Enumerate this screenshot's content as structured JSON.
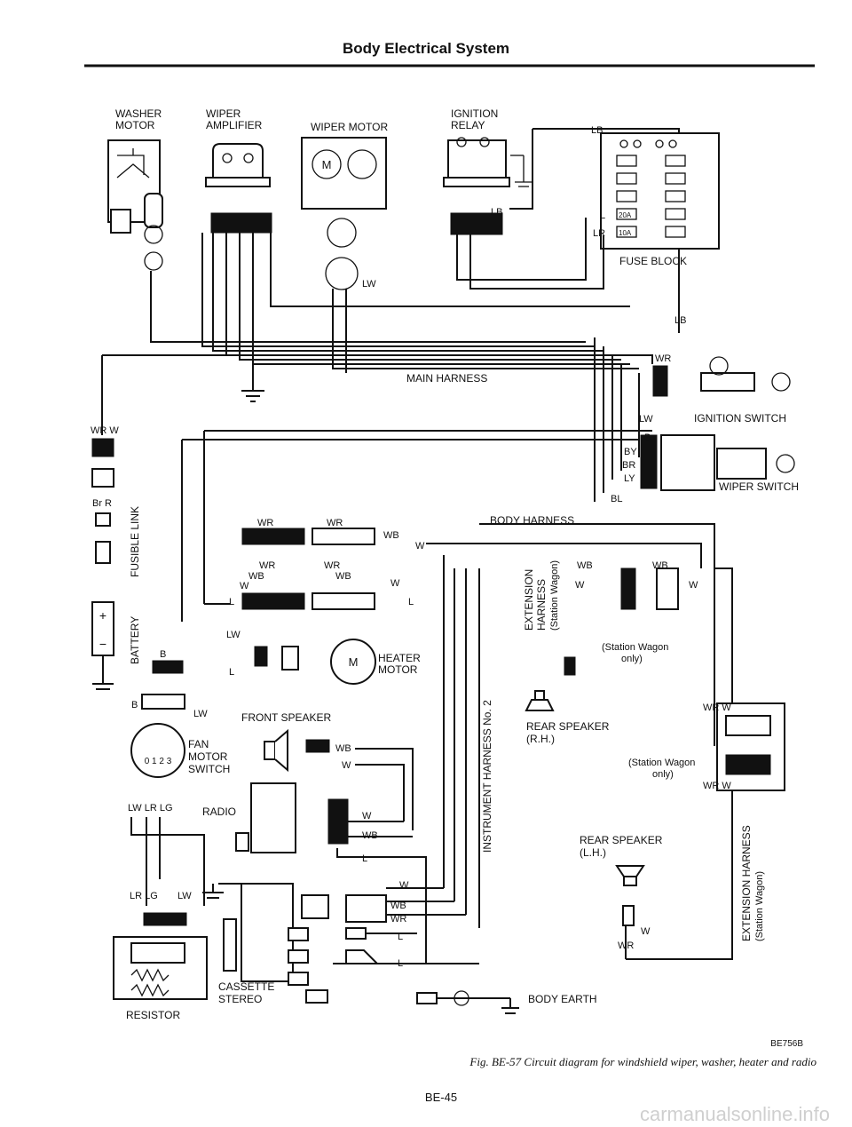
{
  "header": {
    "title": "Body Electrical System"
  },
  "components": {
    "washer_motor": [
      "WASHER",
      "MOTOR"
    ],
    "wiper_amplifier": [
      "WIPER",
      "AMPLIFIER"
    ],
    "wiper_motor": "WIPER MOTOR",
    "ignition_relay": [
      "IGNITION",
      "RELAY"
    ],
    "fuse_block": "FUSE BLOCK",
    "fuse_20a": "20A",
    "fuse_10a": "10A",
    "main_harness": "MAIN HARNESS",
    "ignition_switch": "IGNITION SWITCH",
    "wiper_switch": "WIPER SWITCH",
    "body_harness": "BODY HARNESS",
    "fusible_link": "FUSIBLE LINK",
    "battery": "BATTERY",
    "heater_motor": [
      "HEATER",
      "MOTOR"
    ],
    "heater_motor_m": "M",
    "wiper_motor_m": "M",
    "front_speaker": "FRONT SPEAKER",
    "fan_motor_switch": [
      "FAN",
      "MOTOR",
      "SWITCH"
    ],
    "fan_switch_numbers": "0 1 2 3",
    "radio": "RADIO",
    "cassette_stereo": [
      "CASSETTE",
      "STEREO"
    ],
    "resistor": "RESISTOR",
    "body_earth": "BODY EARTH",
    "rear_speaker_rh": [
      "REAR SPEAKER",
      "(R.H.)"
    ],
    "rear_speaker_lh": [
      "REAR SPEAKER",
      "(L.H.)"
    ],
    "station_wagon_only_1": [
      "(Station Wagon",
      "only)"
    ],
    "station_wagon_only_2": [
      "(Station Wagon",
      "only)"
    ],
    "extension_harness_1": [
      "EXTENSION",
      "HARNESS",
      "(Station Wagon)"
    ],
    "extension_harness_2": [
      "EXTENSION HARNESS",
      "(Station Wagon)"
    ],
    "instrument_harness": "INSTRUMENT HARNESS No. 2"
  },
  "wire_labels": {
    "lb": "LB",
    "l": "L",
    "lr": "LR",
    "lw": "LW",
    "wr": "WR",
    "w": "W",
    "wb": "WB",
    "b": "B",
    "by": "BY",
    "br": "BR",
    "ly": "LY",
    "bl": "BL",
    "lg": "LG",
    "brr": "Br R",
    "wrw": "WR W",
    "lrlg": "LR LG",
    "lwlrlg": "LW LR LG"
  },
  "footer": {
    "code": "BE756B",
    "caption": "Fig. BE-57 Circuit diagram for windshield wiper, washer, heater and radio",
    "page": "BE-45",
    "watermark": "carmanualsonline.info"
  }
}
